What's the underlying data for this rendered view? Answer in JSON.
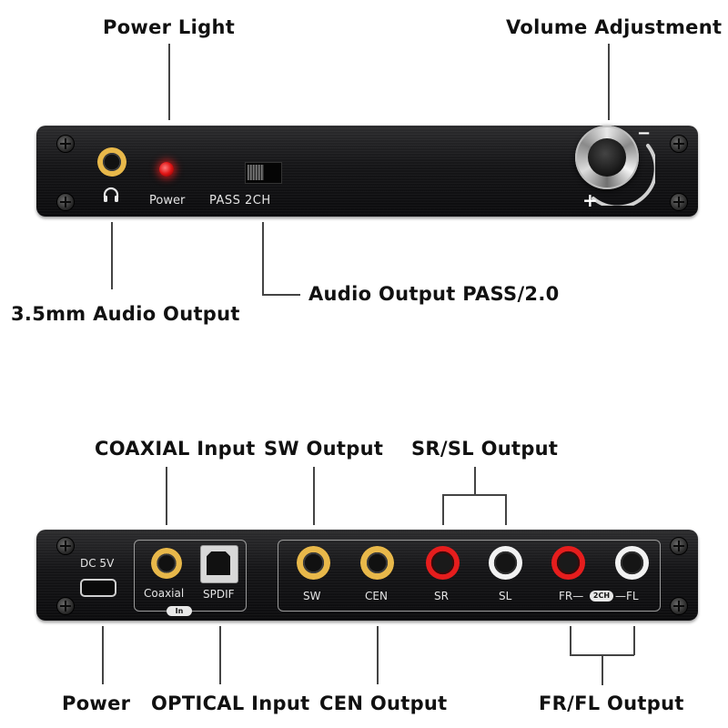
{
  "front_callouts": {
    "power_light": "Power Light",
    "volume_adjustment": "Volume Adjustment",
    "audio_output_35": "3.5mm Audio Output",
    "audio_output_pass": "Audio Output PASS/2.0"
  },
  "front_panel": {
    "power_label": "Power",
    "switch_label": "PASS 2CH",
    "knob_plus": "+",
    "knob_minus": "−"
  },
  "rear_callouts": {
    "coaxial_input": "COAXIAL Input",
    "sw_output": "SW Output",
    "sr_sl_output": "SR/SL Output",
    "power": "Power",
    "optical_input": "OPTICAL Input",
    "cen_output": "CEN Output",
    "fr_fl_output": "FR/FL Output"
  },
  "rear_panel": {
    "dc_label": "DC 5V",
    "coaxial_label": "Coaxial",
    "in_badge": "In",
    "spdif_label": "SPDIF",
    "sw_label": "SW",
    "cen_label": "CEN",
    "sr_label": "SR",
    "sl_label": "SL",
    "fr_label": "FR—",
    "ch2_badge": "2CH",
    "fl_label": "—FL"
  },
  "colors": {
    "panel": "#151517",
    "power_led": "#e01515",
    "jack_gold": "#e8b84a",
    "jack_red": "#e61d1d",
    "jack_white": "#f2f2f2"
  }
}
